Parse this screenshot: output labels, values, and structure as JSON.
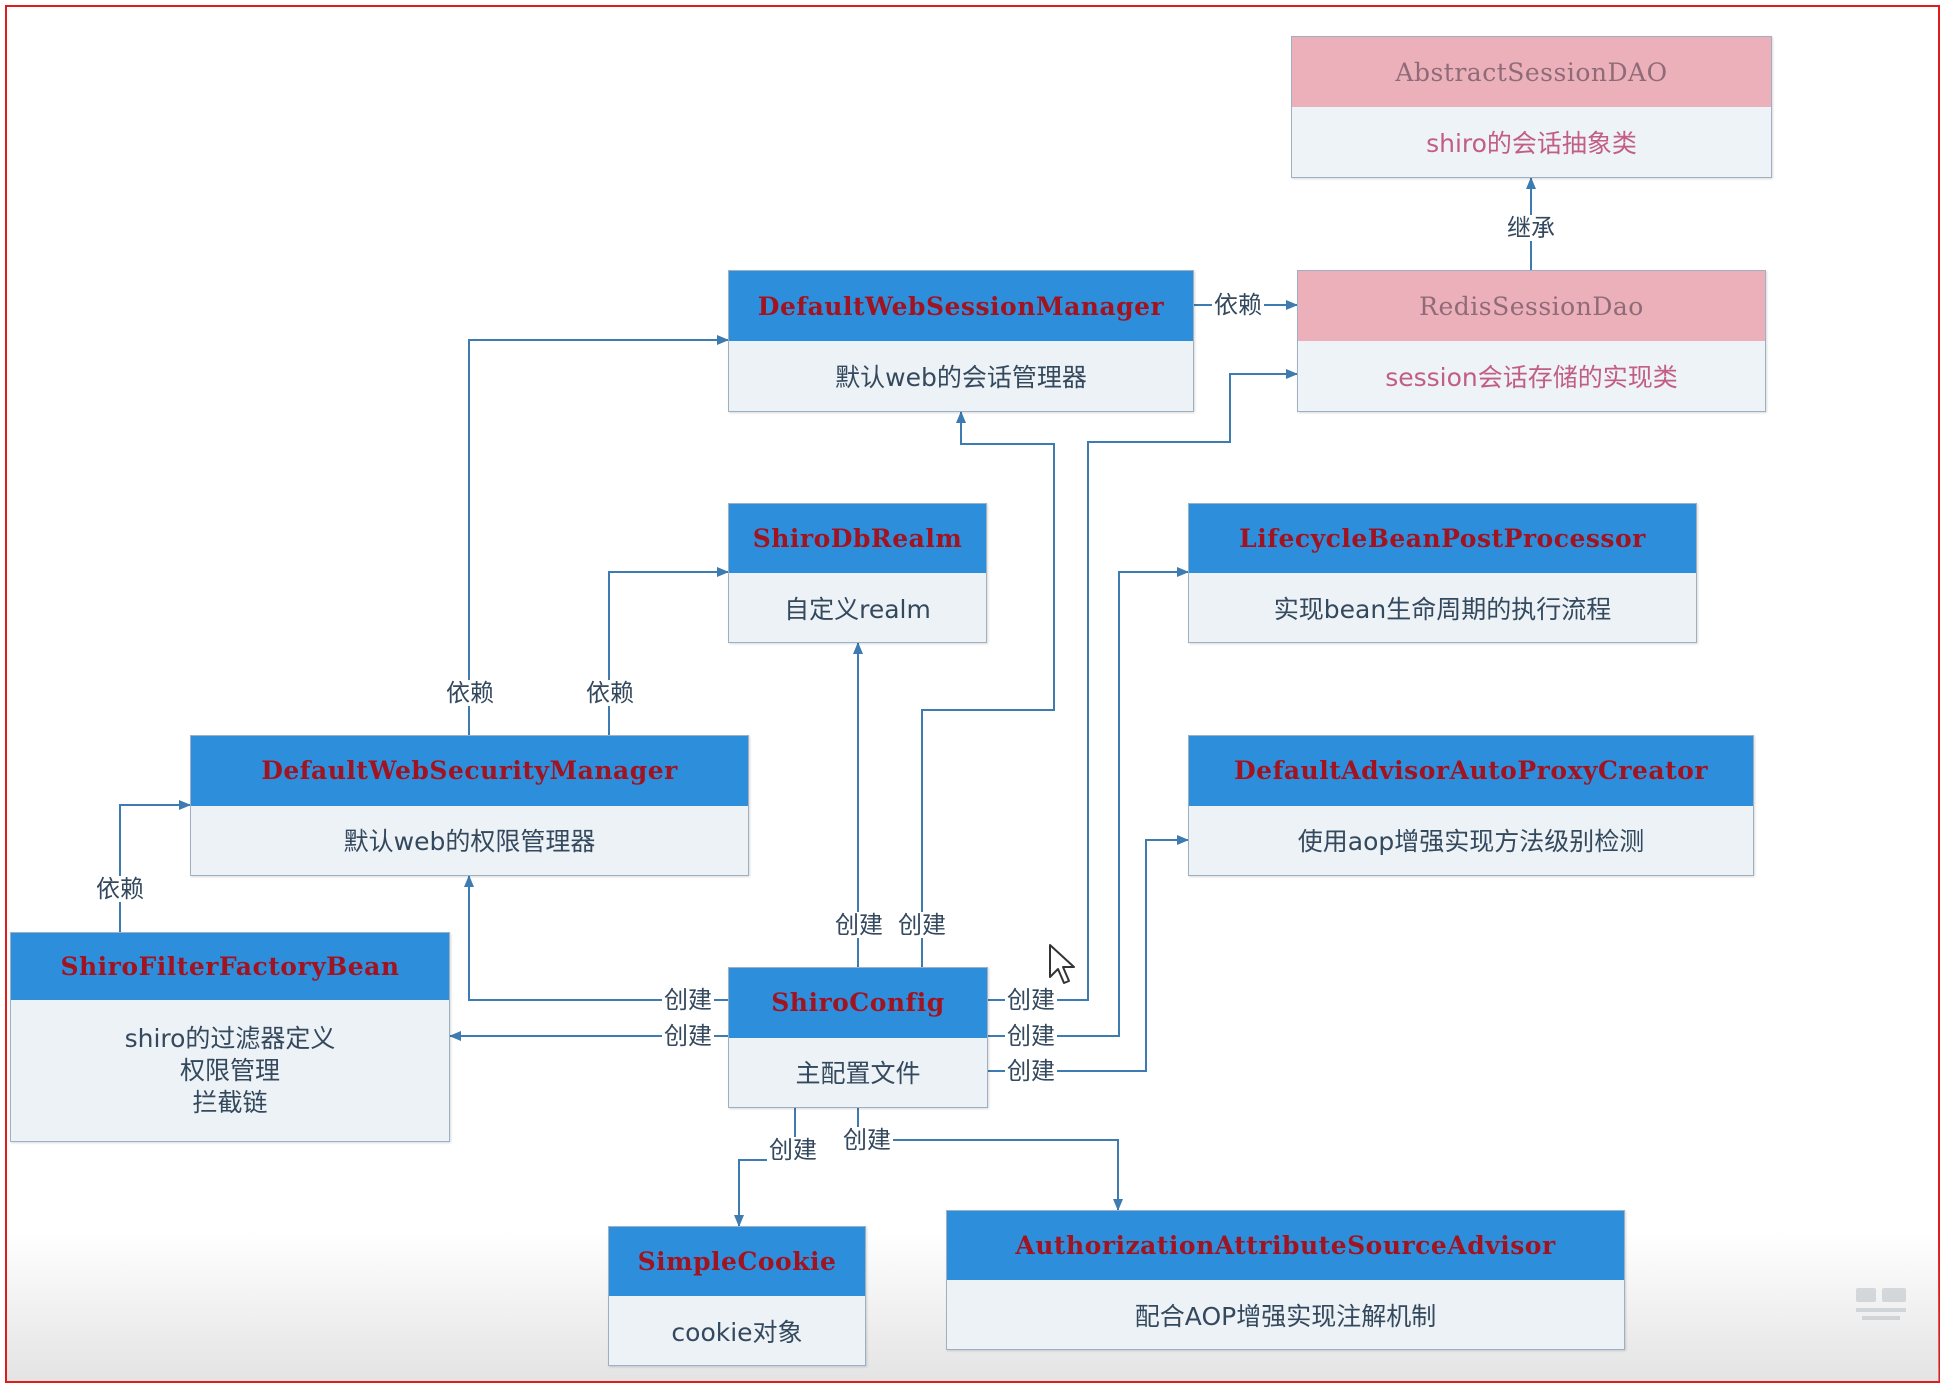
{
  "nodes": {
    "abstract_session_dao": {
      "title": "AbstractSessionDAO",
      "desc": "shiro的会话抽象类"
    },
    "redis_session_dao": {
      "title": "RedisSessionDao",
      "desc": "session会话存储的实现类"
    },
    "default_web_session_manager": {
      "title": "DefaultWebSessionManager",
      "desc": "默认web的会话管理器"
    },
    "shiro_db_realm": {
      "title": "ShiroDbRealm",
      "desc": "自定义realm"
    },
    "lifecycle_bean_post_processor": {
      "title": "LifecycleBeanPostProcessor",
      "desc": "实现bean生命周期的执行流程"
    },
    "default_web_security_manager": {
      "title": "DefaultWebSecurityManager",
      "desc": "默认web的权限管理器"
    },
    "default_advisor_auto_proxy_creator": {
      "title": "DefaultAdvisorAutoProxyCreator",
      "desc": "使用aop增强实现方法级别检测"
    },
    "shiro_filter_factory_bean": {
      "title": "ShiroFilterFactoryBean",
      "desc_lines": [
        "shiro的过滤器定义",
        "权限管理",
        "拦截链"
      ]
    },
    "shiro_config": {
      "title": "ShiroConfig",
      "desc": "主配置文件"
    },
    "simple_cookie": {
      "title": "SimpleCookie",
      "desc": "cookie对象"
    },
    "authorization_attribute_source_advisor": {
      "title": "AuthorizationAttributeSourceAdvisor",
      "desc": "配合AOP增强实现注解机制"
    }
  },
  "edge_labels": {
    "inherit": "继承",
    "depend": "依赖",
    "create": "创建"
  },
  "colors": {
    "title_bar": "#2d8fdb",
    "title_text": "#a01422",
    "body": "#edf2f6",
    "pink_title_bar": "#ecb0bb",
    "edge": "#3d7bb0",
    "frame_border": "#e01b1b"
  },
  "icons": [
    "mouse-cursor-icon",
    "watermark-logo"
  ]
}
